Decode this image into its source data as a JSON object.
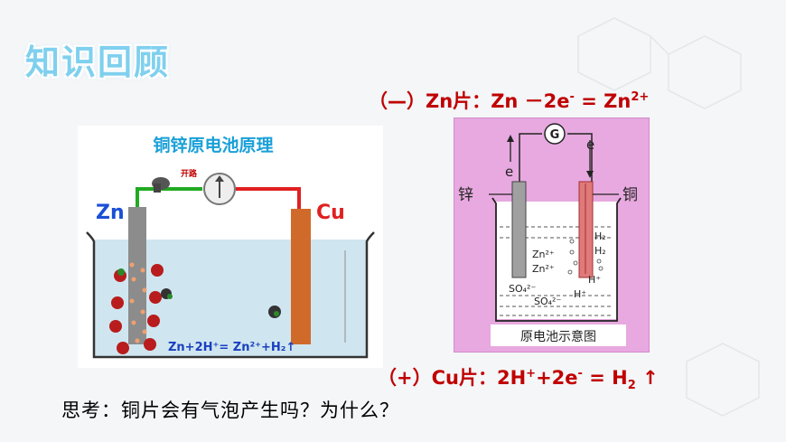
{
  "title": "知识回顾",
  "left_diagram": {
    "heading": "铜锌原电池原理",
    "switch_label": "开路",
    "zn_label": "Zn",
    "cu_label": "Cu",
    "reaction": "Zn+2H⁺= Zn²⁺+H₂↑"
  },
  "right_diagram": {
    "galvanometer": "G",
    "electron_left": "e",
    "electron_right": "e",
    "zinc_label": "锌",
    "copper_label": "铜",
    "ion_zn1": "Zn²⁺",
    "ion_zn2": "Zn²⁺",
    "ion_h2a": "H₂",
    "ion_h2b": "H₂",
    "ion_h": "H⁺",
    "ion_h2": "H⁺",
    "ion_so4a": "SO₄²⁻",
    "ion_so4b": "SO₄²⁻",
    "caption": "原电池示意图"
  },
  "eq_neg": {
    "prefix": "（—）Zn片：",
    "body": "Zn －2e",
    "sup1": "-",
    "mid": " = Zn",
    "sup2": "2+"
  },
  "eq_pos": {
    "prefix": "（+）Cu片：",
    "a": "2H",
    "sup1": "+",
    "b": "+2e",
    "sup2": "-",
    "c": " = H",
    "sub": "2",
    "arrow": " ↑"
  },
  "question": "思考：铜片会有气泡产生吗？为什么？",
  "colors": {
    "accent_red": "#c00000",
    "title_blue": "#7fd0ee",
    "solution": "#cfe6f0",
    "pink_bg": "#e7a9df"
  }
}
